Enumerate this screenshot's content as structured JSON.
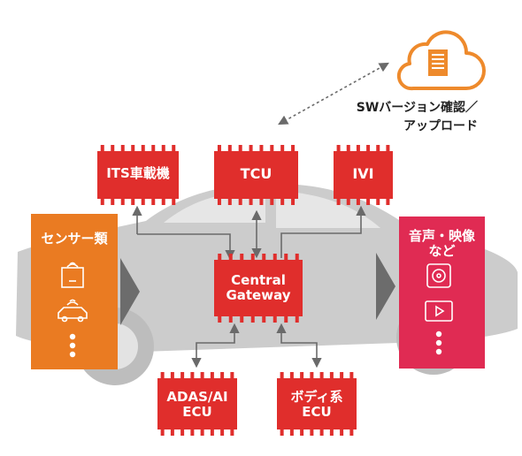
{
  "colors": {
    "chip": "#e02e2c",
    "sensor": "#ea7b22",
    "output": "#e02b53",
    "car": "#cccccc",
    "cloud": "#ee8a2c",
    "arrow": "#6a6a6a"
  },
  "cloud": {
    "icon": "cloud-document-icon",
    "note_line1": "SWバージョン確認／",
    "note_line2": "アップロード"
  },
  "chips": {
    "its": "ITS車載機",
    "tcu": "TCU",
    "ivi": "IVI",
    "gateway_line1": "Central",
    "gateway_line2": "Gateway",
    "adas_line1": "ADAS/AI",
    "adas_line2": "ECU",
    "body_line1": "ボディ系",
    "body_line2": "ECU"
  },
  "sensors": {
    "title": "センサー類",
    "icons": [
      "wireless-box-icon",
      "car-signal-icon",
      "more-dots-icon"
    ]
  },
  "outputs": {
    "title_line1": "音声・映像",
    "title_line2": "など",
    "icons": [
      "speaker-disc-icon",
      "video-player-icon",
      "more-dots-icon"
    ]
  }
}
